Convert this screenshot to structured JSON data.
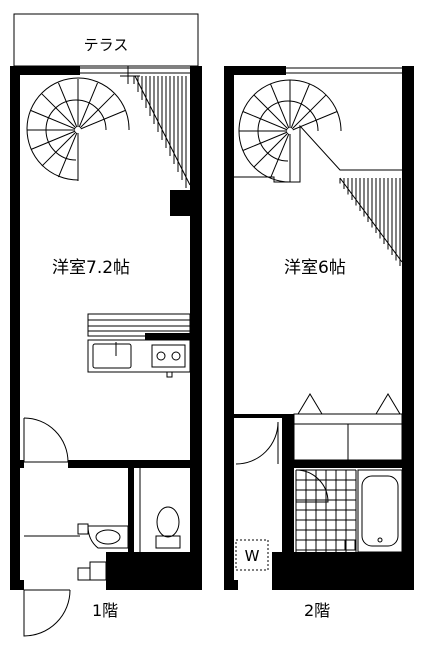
{
  "plan": {
    "terrace_label": "テラス",
    "floor1": {
      "room_label": "洋室7.2帖",
      "floor_label": "1階"
    },
    "floor2": {
      "room_label": "洋室6帖",
      "washer_label": "W",
      "floor_label": "2階"
    }
  },
  "colors": {
    "wall": "#000000",
    "line": "#000000",
    "background": "#ffffff"
  }
}
